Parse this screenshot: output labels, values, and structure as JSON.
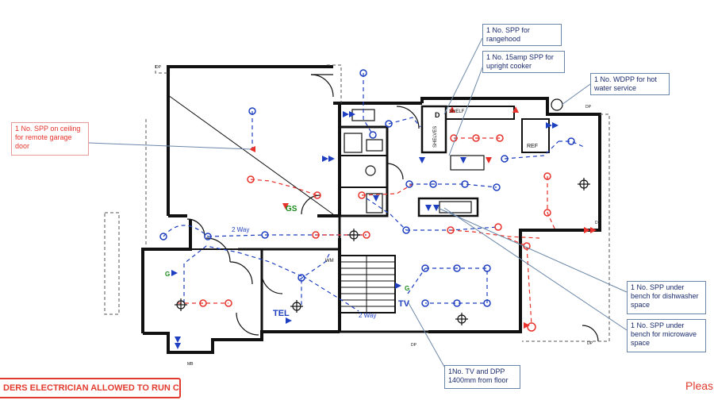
{
  "callouts": {
    "rangehood": "1 No. SPP for rangehood",
    "cooker": "1 No. 15amp SPP for upright cooker",
    "hot_water": "1 No. WDPP for hot water service",
    "garage": "1 No. SPP on ceiling for remote garage door",
    "dishwasher": "1 No. SPP under bench for dishwasher space",
    "microwave": "1 No. SPP under bench for microwave space",
    "tv": "1No. TV and DPP 1400mm from floor"
  },
  "labels": {
    "two_way_top": "2 Way",
    "two_way_bottom": "2 Way",
    "gs": "GS",
    "tel": "TEL",
    "tv": "TV",
    "g1": "G",
    "g2": "G",
    "d": "D",
    "shelf": "SHELF",
    "shelves": "SHELVES",
    "ref": "REF",
    "wm": "WM",
    "dp1": "DP",
    "dp2": "DP",
    "dp3": "DP",
    "dp4": "DP",
    "dp5": "DP",
    "dp6": "DP",
    "mb": "MB"
  },
  "banner": "DERS ELECTRICIAN ALLOWED TO RUN CABLES",
  "please": "Pleas",
  "colors": {
    "blue": "#1e3fbf",
    "red": "#e8312a",
    "wall": "#111111",
    "callout_border": "#6b87a8"
  }
}
